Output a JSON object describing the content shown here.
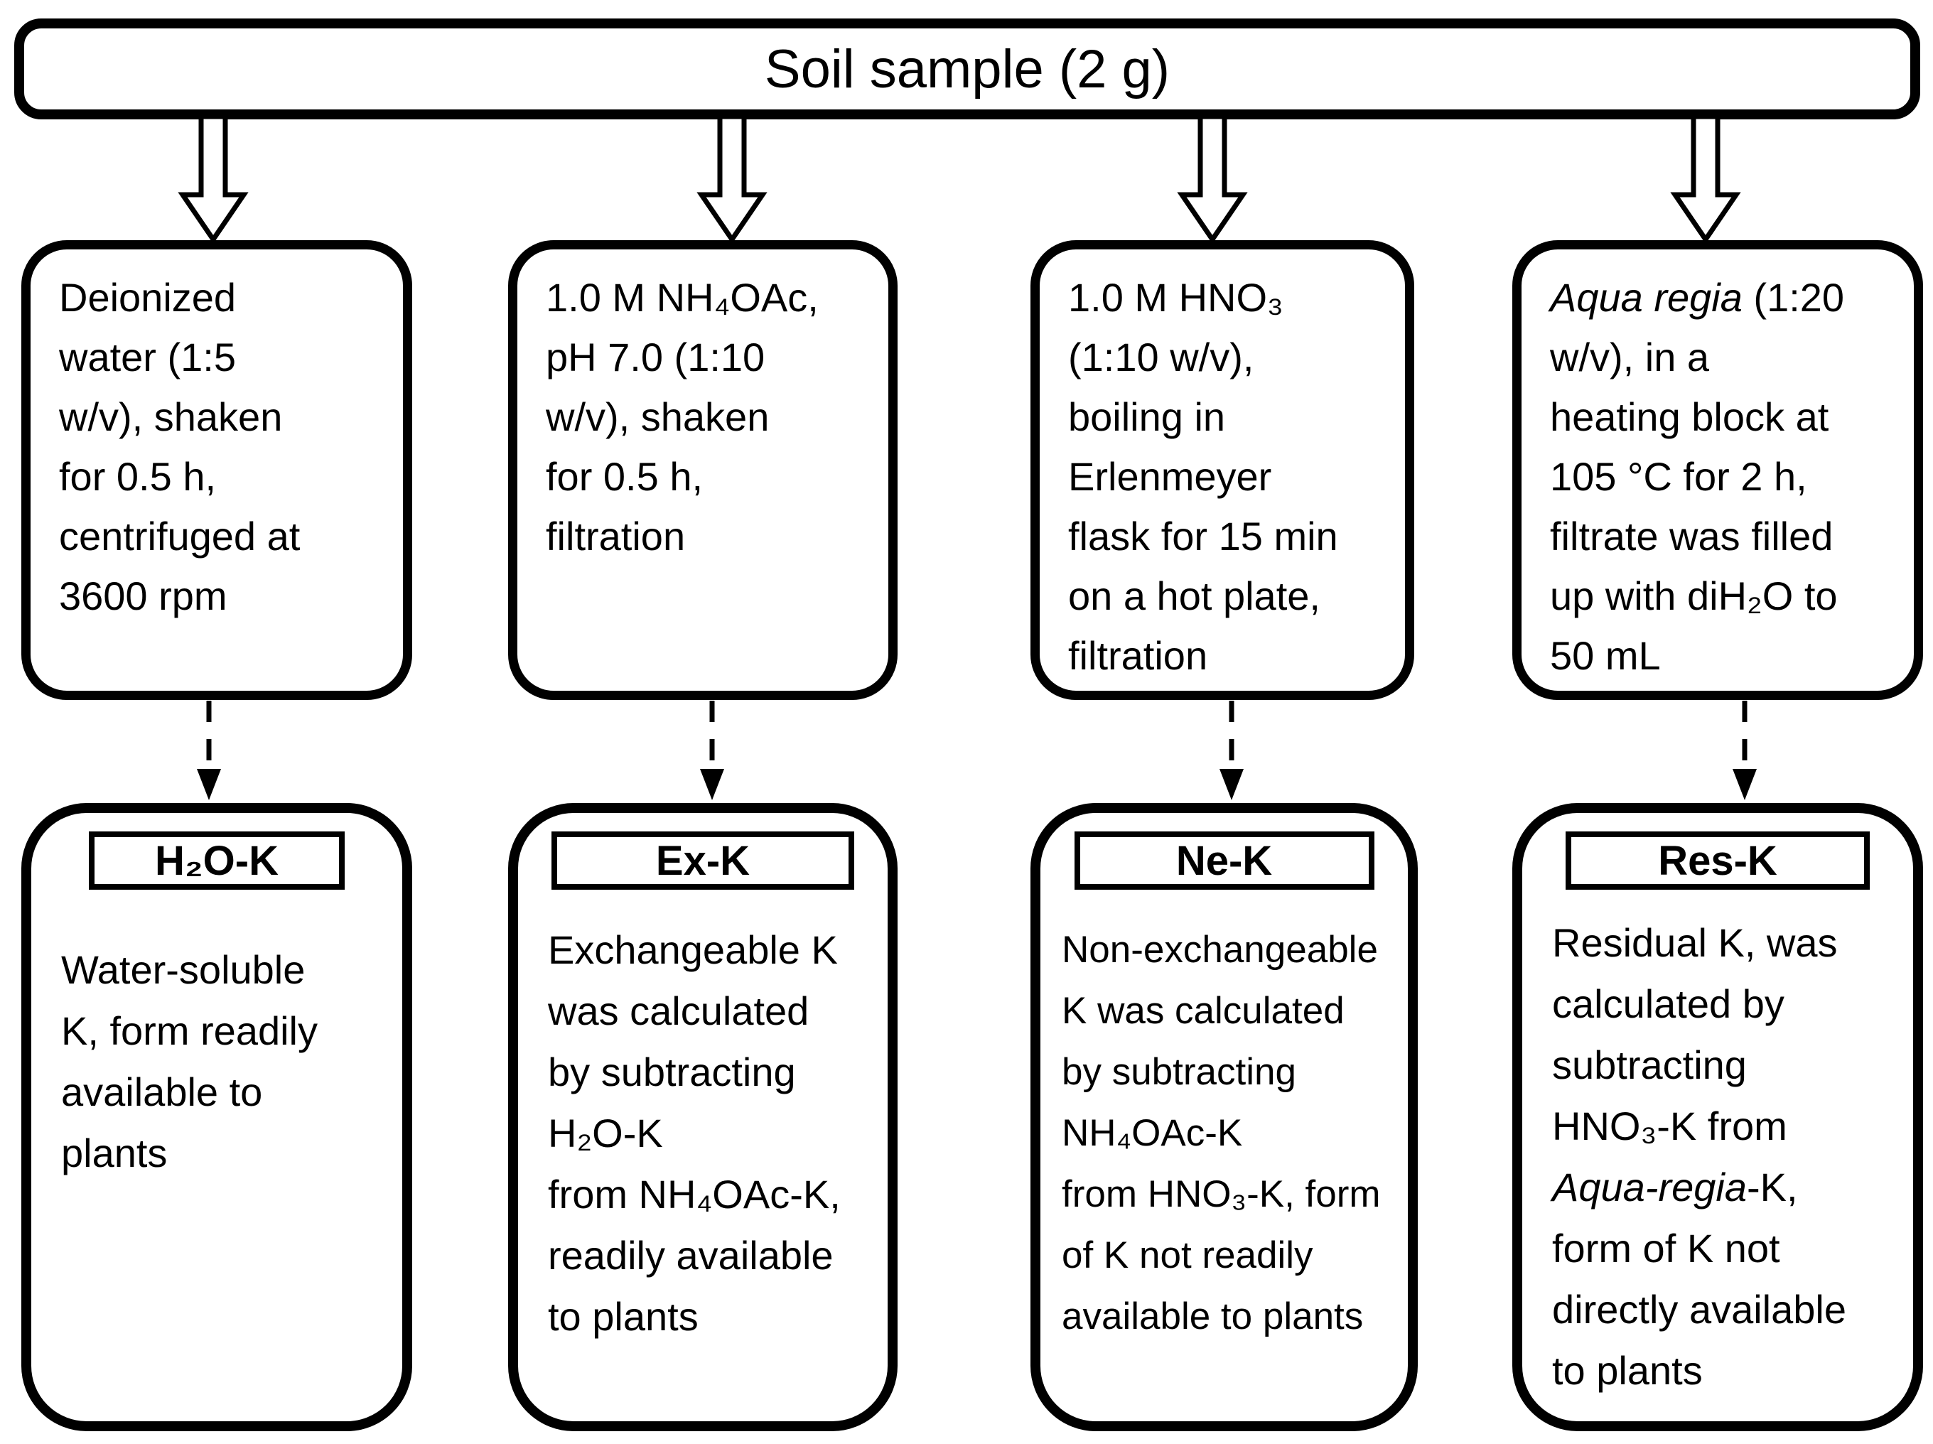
{
  "title": "Soil sample (2 g)",
  "columns": [
    {
      "method": {
        "text": "Deionized\nwater (1:5\nw/v), shaken\nfor 0.5 h,\ncentrifuged at\n3600 rpm"
      },
      "result": {
        "label": "H₂O-K",
        "text": "Water-soluble\nK, form readily\navailable to\nplants"
      }
    },
    {
      "method": {
        "text": "1.0 M NH₄OAc,\npH 7.0 (1:10\nw/v), shaken\nfor 0.5 h,\nfiltration"
      },
      "result": {
        "label": "Ex-K",
        "text": "Exchangeable K\nwas calculated\nby subtracting\nH₂O-K\nfrom NH₄OAc-K,\nreadily available\nto plants"
      }
    },
    {
      "method": {
        "text": "1.0 M HNO₃\n(1:10 w/v),\nboiling in\nErlenmeyer\nflask for 15 min\non a hot plate,\nfiltration"
      },
      "result": {
        "label": "Ne-K",
        "text": "Non-exchangeable\nK was calculated\nby subtracting\nNH₄OAc-K\nfrom HNO₃-K, form\nof K not readily\navailable to plants"
      }
    },
    {
      "method": {
        "italic_lead": "Aqua regia",
        "text": " (1:20\nw/v), in a\nheating block at\n105 °C for 2 h,\nfiltrate was filled\nup with diH₂O to\n50 mL"
      },
      "result": {
        "label": "Res-K",
        "text_before": "Residual K, was\ncalculated by\nsubtracting\nHNO₃-K from\n",
        "italic": "Aqua-regia",
        "text_after": "-K,\nform of K not\ndirectly available\nto plants"
      }
    }
  ],
  "colors": {
    "line": "#000000",
    "background": "#ffffff"
  }
}
